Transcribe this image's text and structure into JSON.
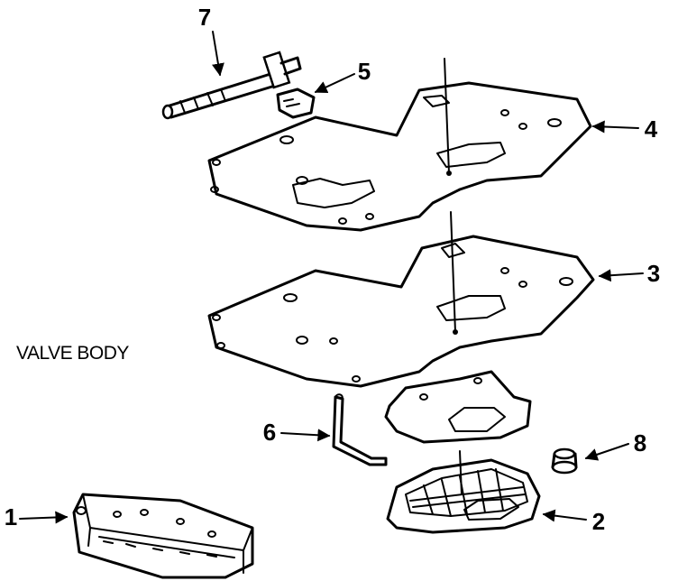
{
  "caption": "VALVE BODY",
  "callouts": [
    {
      "id": "1",
      "label": "1"
    },
    {
      "id": "2",
      "label": "2"
    },
    {
      "id": "3",
      "label": "3"
    },
    {
      "id": "4",
      "label": "4"
    },
    {
      "id": "5",
      "label": "5"
    },
    {
      "id": "6",
      "label": "6"
    },
    {
      "id": "7",
      "label": "7"
    },
    {
      "id": "8",
      "label": "8"
    }
  ]
}
